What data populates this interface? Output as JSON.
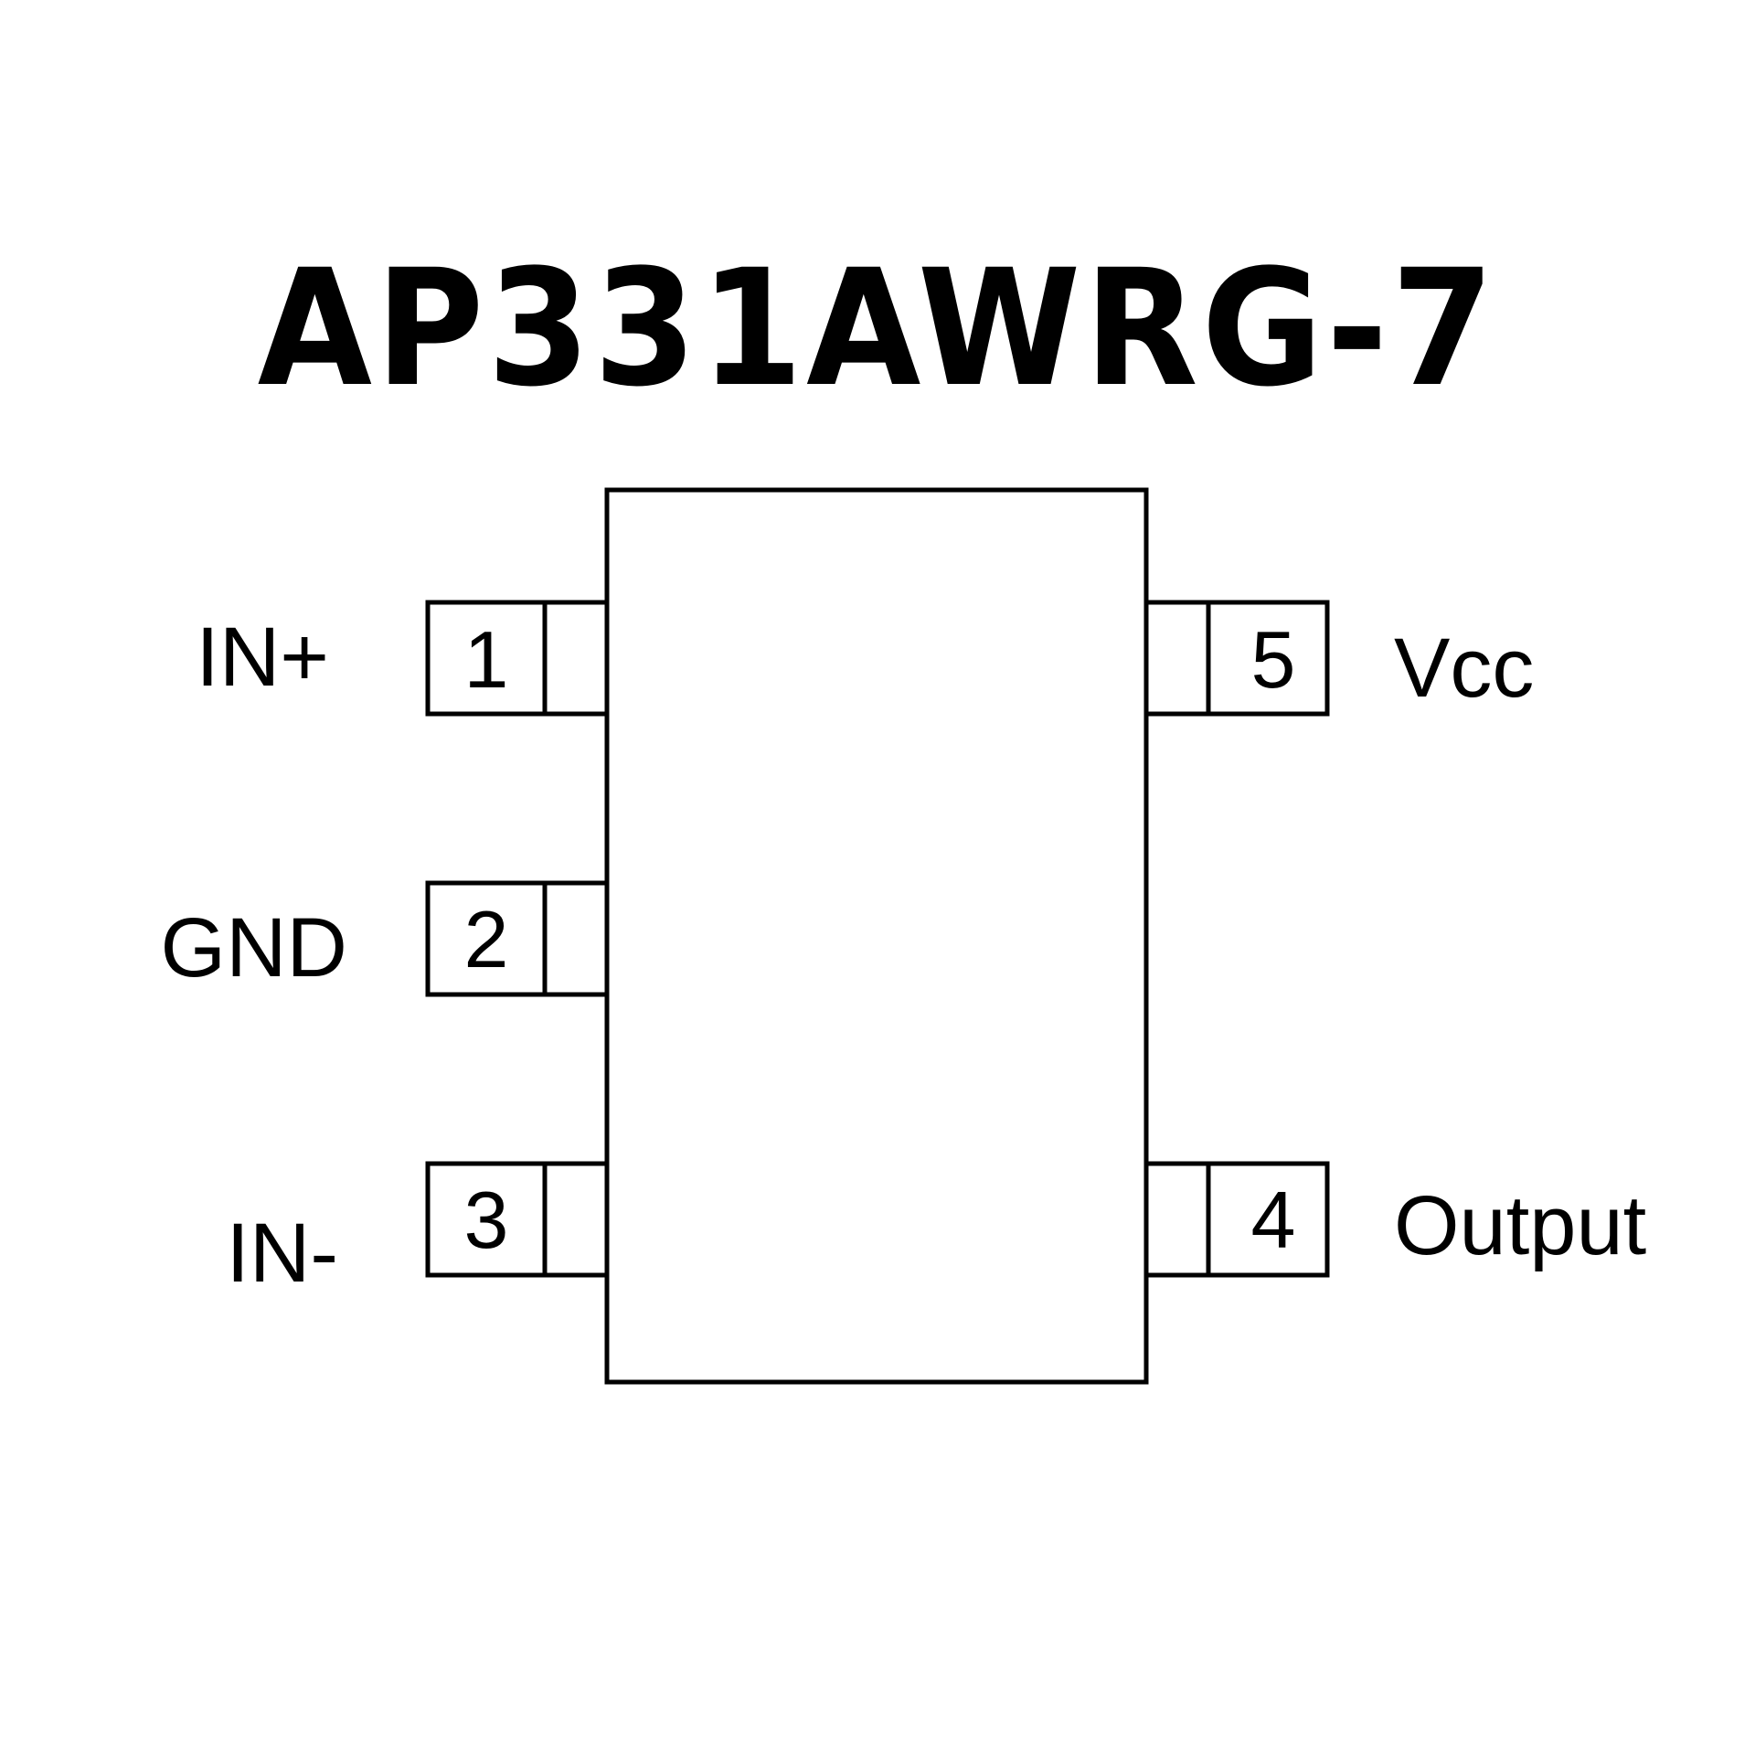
{
  "title": "AP331AWRG-7",
  "package": {
    "pins": [
      {
        "number": "1",
        "name": "IN+",
        "side": "left"
      },
      {
        "number": "2",
        "name": "GND",
        "side": "left"
      },
      {
        "number": "3",
        "name": "IN-",
        "side": "left"
      },
      {
        "number": "4",
        "name": "Output",
        "side": "right"
      },
      {
        "number": "5",
        "name": "Vcc",
        "side": "right"
      }
    ]
  },
  "colors": {
    "stroke": "#000000",
    "background": "#ffffff"
  }
}
